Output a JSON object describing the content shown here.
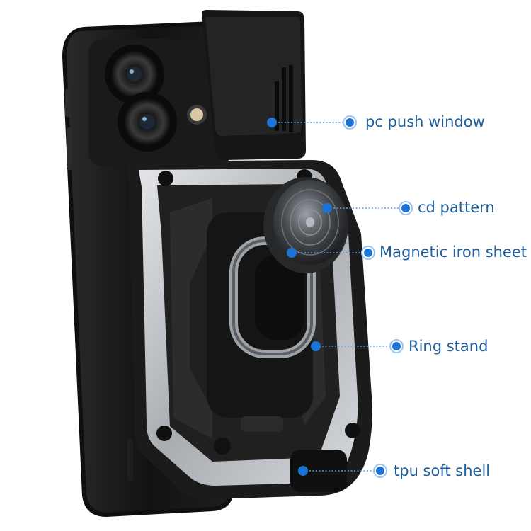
{
  "colors": {
    "callout_blue": "#1b74d6",
    "label_text": "#1f5f9e",
    "case_black": "#141414",
    "armor_silver": "#c9ccd0"
  },
  "product": {
    "icon": "phone-case-with-ring-stand"
  },
  "callouts": [
    {
      "id": "pc-push-window",
      "label": "pc push window"
    },
    {
      "id": "cd-pattern",
      "label": "cd pattern"
    },
    {
      "id": "magnetic-iron-sheet",
      "label": "Magnetic iron sheet"
    },
    {
      "id": "ring-stand",
      "label": "Ring stand"
    },
    {
      "id": "tpu-soft-shell",
      "label": "tpu soft shell"
    }
  ]
}
